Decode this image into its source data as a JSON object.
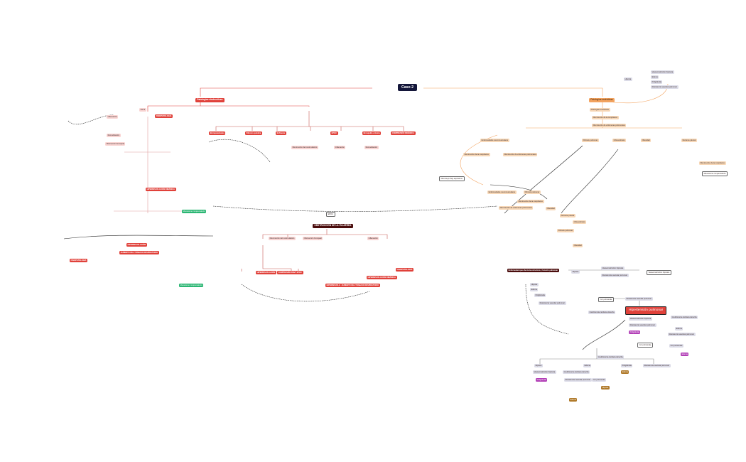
{
  "title": "Caso 2",
  "branches": {
    "obstructive": "Patologías obstructivas",
    "restrictive": "Patologías restrictivas"
  },
  "obstructive": {
    "sub_headers": [
      "Asma",
      "Bronquiectasias",
      "Fibrosis quística",
      "Enfisema",
      "EPOC",
      "Bronquitis crónica"
    ],
    "obstruccion_via": "OBSTRUCCIÓN DE LA VÍA AÉREA",
    "hiperinsuflacion": "HIPERINSUFLACIÓN",
    "aumento_trabajo": "AUMENTO DEL TRABAJO RESPIRATORIO",
    "dinamica": "HIPERINSUFLACIÓN DINÁMICA",
    "fisiopatologia": "FISIOPATOLOGÍA",
    "compresion": "COMPRESIÓN DINÁMICA",
    "recoil": "Disminución del recoil elástico",
    "inflamacion": "Inflamación",
    "remodelacion": "Remodelación",
    "obstruccion_bronquial": "Obstrucción bronquial"
  },
  "restrictive": {
    "intro": "Patologías restrictivas",
    "neuromusc": "Enfermedades neuromusculares",
    "fibrosis": "Fibrosis pulmonar",
    "cifoescoliosis": "Cifoescoliosis",
    "obesidad": "Obesidad",
    "derrame": "Derrame pleural",
    "compliance": "Disminución de la compliance",
    "volumenes": "Disminución de volúmenes pulmonares"
  },
  "cardio": {
    "enfermedad": "Enfermedad que afecta la estructura y función pulmonar",
    "hipertension": "Hipertensión pulmonar",
    "hipoxia": "Hipoxia",
    "vasoconstriccion": "Vasoconstricción hipóxica",
    "resistencia": "Resistencia vascular pulmonar",
    "cor_pulmonale": "Cor pulmonale",
    "insuficiencia": "Insuficiencia cardíaca derecha",
    "poliglobulia": "Poliglobulia",
    "edema": "Edema"
  },
  "labels": {
    "small_note": "Mecanismo compensatorio",
    "legend": "Disminuye flujo espiratorio"
  }
}
